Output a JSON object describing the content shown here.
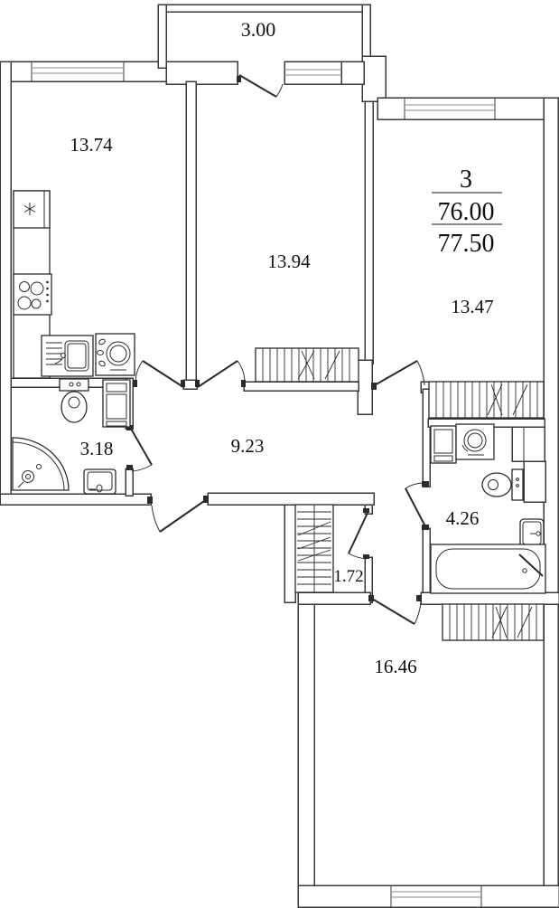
{
  "plan": {
    "type": "apartment-floor-plan",
    "apartment": {
      "rooms_count": "3",
      "living_area": "76.00",
      "total_area": "77.50"
    },
    "labels": {
      "balcony": "3.00",
      "kitchen": "13.74",
      "bedroom_middle": "13.94",
      "bedroom_right": "13.47",
      "bathroom_small": "3.18",
      "hallway": "9.23",
      "bathroom_large": "4.26",
      "closet": "1.72",
      "living_room": "16.46"
    },
    "colors": {
      "wall_stroke": "#3a3a3a",
      "window_line": "#8a8a8a",
      "text": "#101010",
      "background": "#ffffff"
    }
  }
}
